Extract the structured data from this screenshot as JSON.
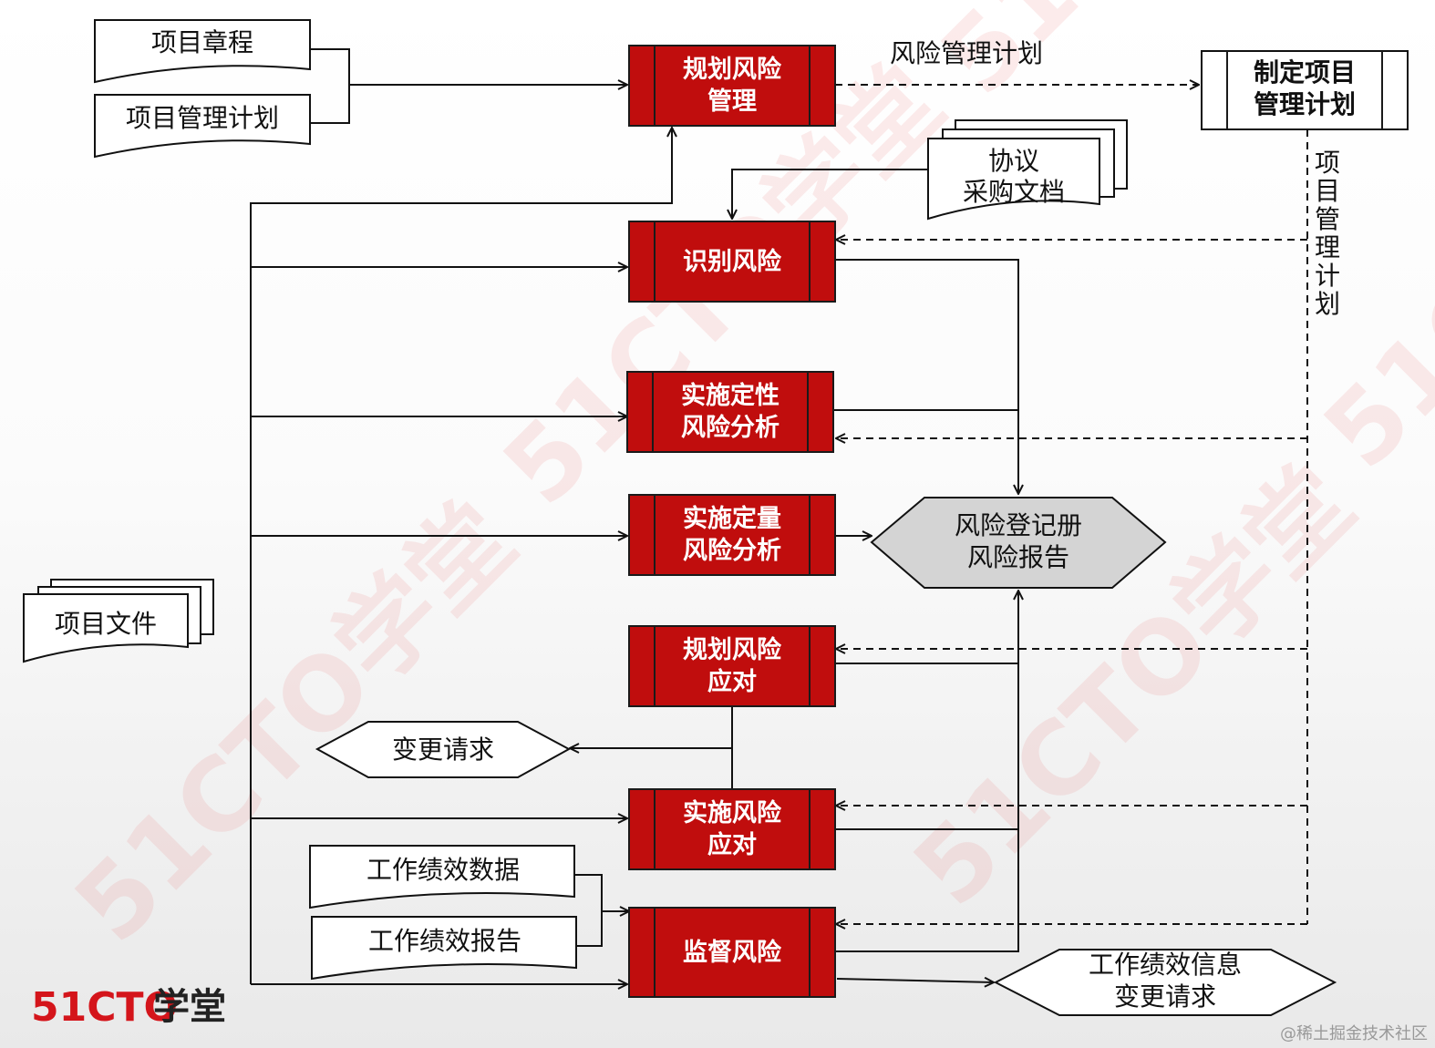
{
  "processes": {
    "plan_risk_mgmt": [
      "规划风险",
      "管理"
    ],
    "identify_risks": [
      "识别风险"
    ],
    "qualitative": [
      "实施定性",
      "风险分析"
    ],
    "quantitative": [
      "实施定量",
      "风险分析"
    ],
    "plan_responses": [
      "规划风险",
      "应对"
    ],
    "implement_responses": [
      "实施风险",
      "应对"
    ],
    "monitor_risks": [
      "监督风险"
    ],
    "develop_pm_plan": [
      "制定项目",
      "管理计划"
    ]
  },
  "documents": {
    "charter": "项目章程",
    "pm_plan": "项目管理计划",
    "agreements": [
      "协议",
      "采购文档"
    ],
    "project_docs": "项目文件",
    "work_perf_data": "工作绩效数据",
    "work_perf_reports": "工作绩效报告"
  },
  "outputs": {
    "register": [
      "风险登记册",
      "风险报告"
    ],
    "change_requests": "变更请求",
    "perf_info": [
      "工作绩效信息",
      "变更请求"
    ]
  },
  "labels": {
    "rm_plan": "风险管理计划",
    "pm_plan_vertical": [
      "项",
      "目",
      "管",
      "理",
      "计",
      "划"
    ]
  },
  "watermark": "51CTO学堂",
  "logo": {
    "num": "51CTO",
    "text": "学堂"
  },
  "credit": "@稀土掘金技术社区",
  "colors": {
    "process_red": "#c00d0d",
    "register_gray": "#d4d4d4"
  }
}
